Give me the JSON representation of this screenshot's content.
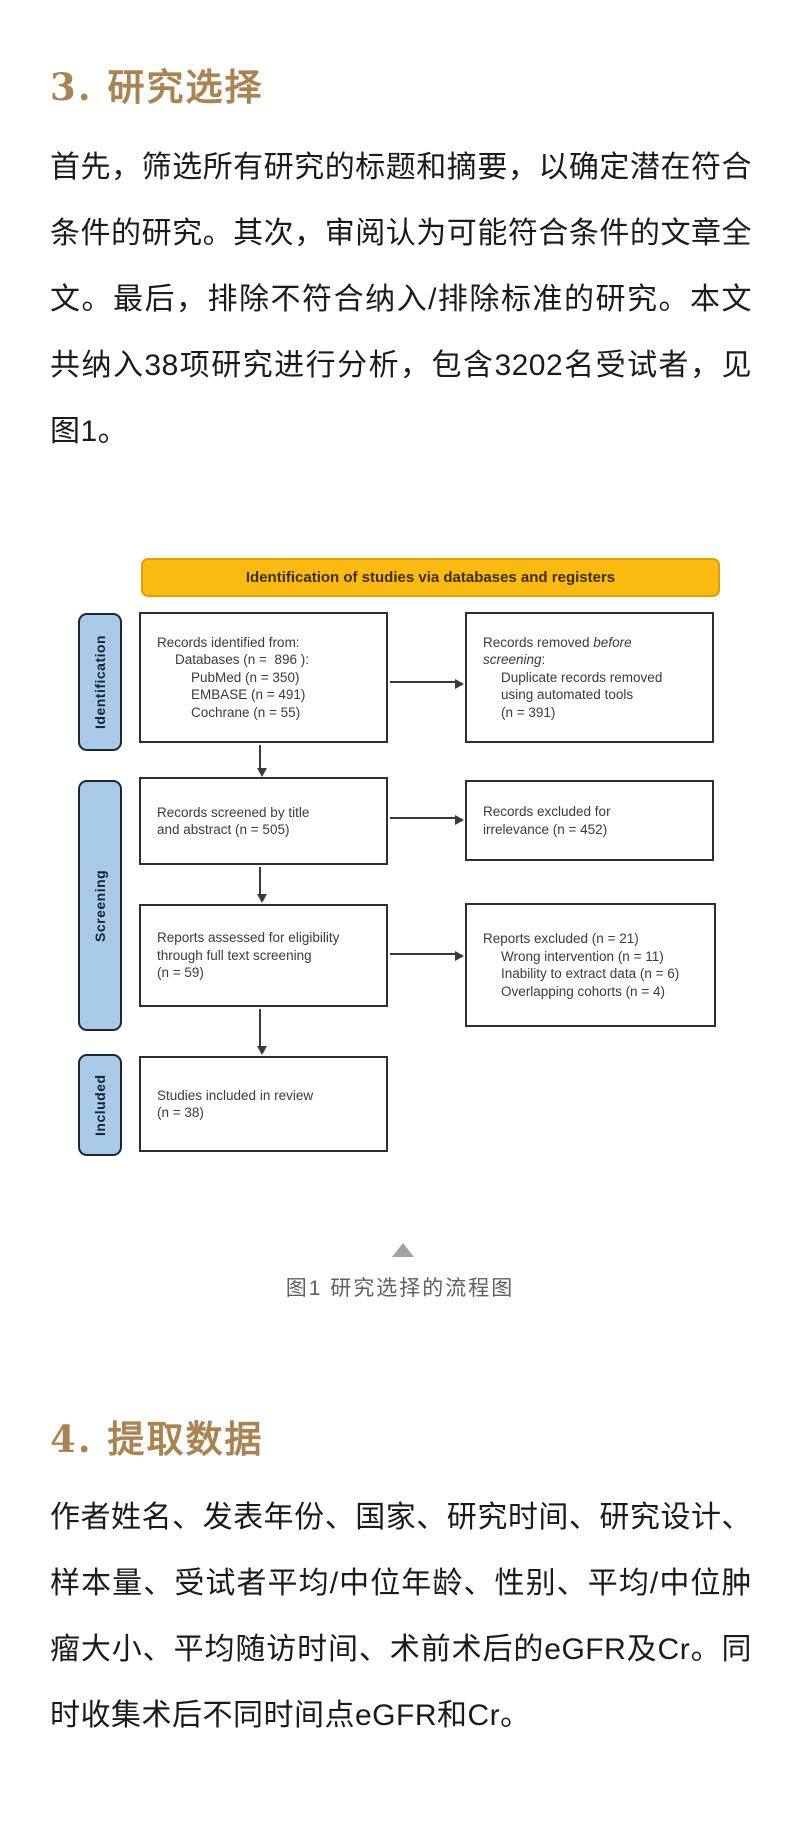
{
  "page": {
    "section3": {
      "heading": "3. 研究选择",
      "paragraph": "首先，筛选所有研究的标题和摘要，以确定潜在符合条件的研究。其次，审阅认为可能符合条件的文章全文。最后，排除不符合纳入/排除标准的研究。本文共纳入38项研究进行分析，包含3202名受试者，见图1。"
    },
    "figure": {
      "banner": "Identification of studies via databases and registers",
      "stages": {
        "identification": "Identification",
        "screening": "Screening",
        "included": "Included"
      },
      "boxes": {
        "records_identified": {
          "lines": [
            {
              "indent": 0,
              "segs": [
                {
                  "t": "Records identified from:"
                }
              ]
            },
            {
              "indent": 1,
              "segs": [
                {
                  "t": "Databases (n =  896 ):"
                }
              ]
            },
            {
              "indent": 2,
              "segs": [
                {
                  "t": "PubMed (n = 350)"
                }
              ]
            },
            {
              "indent": 2,
              "segs": [
                {
                  "t": "EMBASE (n = 491)"
                }
              ]
            },
            {
              "indent": 2,
              "segs": [
                {
                  "t": "Cochrane (n = 55)"
                }
              ]
            }
          ]
        },
        "records_removed": {
          "lines": [
            {
              "indent": 0,
              "segs": [
                {
                  "t": "Records removed "
                },
                {
                  "t": "before",
                  "em": true
                }
              ]
            },
            {
              "indent": 0,
              "segs": [
                {
                  "t": "screening",
                  "em": true
                },
                {
                  "t": ":"
                }
              ]
            },
            {
              "indent": 1,
              "segs": [
                {
                  "t": "Duplicate records removed"
                }
              ]
            },
            {
              "indent": 1,
              "segs": [
                {
                  "t": "using automated tools"
                }
              ]
            },
            {
              "indent": 1,
              "segs": [
                {
                  "t": "(n = 391)"
                }
              ]
            }
          ]
        },
        "records_screened": {
          "lines": [
            {
              "indent": 0,
              "segs": [
                {
                  "t": "Records screened by title"
                }
              ]
            },
            {
              "indent": 0,
              "segs": [
                {
                  "t": "and abstract (n = 505)"
                }
              ]
            }
          ]
        },
        "records_excluded": {
          "lines": [
            {
              "indent": 0,
              "segs": [
                {
                  "t": "Records excluded for"
                }
              ]
            },
            {
              "indent": 0,
              "segs": [
                {
                  "t": "irrelevance (n = 452)"
                }
              ]
            }
          ]
        },
        "reports_assessed": {
          "lines": [
            {
              "indent": 0,
              "segs": [
                {
                  "t": "Reports assessed for eligibility"
                }
              ]
            },
            {
              "indent": 0,
              "segs": [
                {
                  "t": "through full text screening"
                }
              ]
            },
            {
              "indent": 0,
              "segs": [
                {
                  "t": "(n = 59)"
                }
              ]
            }
          ]
        },
        "reports_excluded": {
          "lines": [
            {
              "indent": 0,
              "segs": [
                {
                  "t": "Reports excluded (n = 21)"
                }
              ]
            },
            {
              "indent": 1,
              "segs": [
                {
                  "t": "Wrong intervention (n = 11)"
                }
              ]
            },
            {
              "indent": 1,
              "segs": [
                {
                  "t": "Inability to extract data (n = 6)"
                }
              ]
            },
            {
              "indent": 1,
              "segs": [
                {
                  "t": "Overlapping cohorts (n = 4)"
                }
              ]
            }
          ]
        },
        "studies_included": {
          "lines": [
            {
              "indent": 0,
              "segs": [
                {
                  "t": "Studies included in review"
                }
              ]
            },
            {
              "indent": 0,
              "segs": [
                {
                  "t": "(n = 38)"
                }
              ]
            }
          ]
        }
      },
      "caption": "图1 研究选择的流程图"
    },
    "section4": {
      "heading": "4. 提取数据",
      "paragraph": "作者姓名、发表年份、国家、研究时间、研究设计、样本量、受试者平均/中位年龄、性别、平均/中位肿瘤大小、平均随访时间、术前术后的eGFR及Cr。同时收集术后不同时间点eGFR和Cr。"
    }
  },
  "colors": {
    "heading_accent": "#aa8450",
    "banner_bg": "#fbba10",
    "banner_border": "#e3a004",
    "banner_text": "#3e2e00",
    "stage_bg": "#a9c9e9",
    "stage_border": "#1c2633",
    "box_border": "#2f2f2f",
    "body_text": "#1b1b1b",
    "caption_gray": "#606060",
    "triangle_gray": "#a2a2a2"
  }
}
